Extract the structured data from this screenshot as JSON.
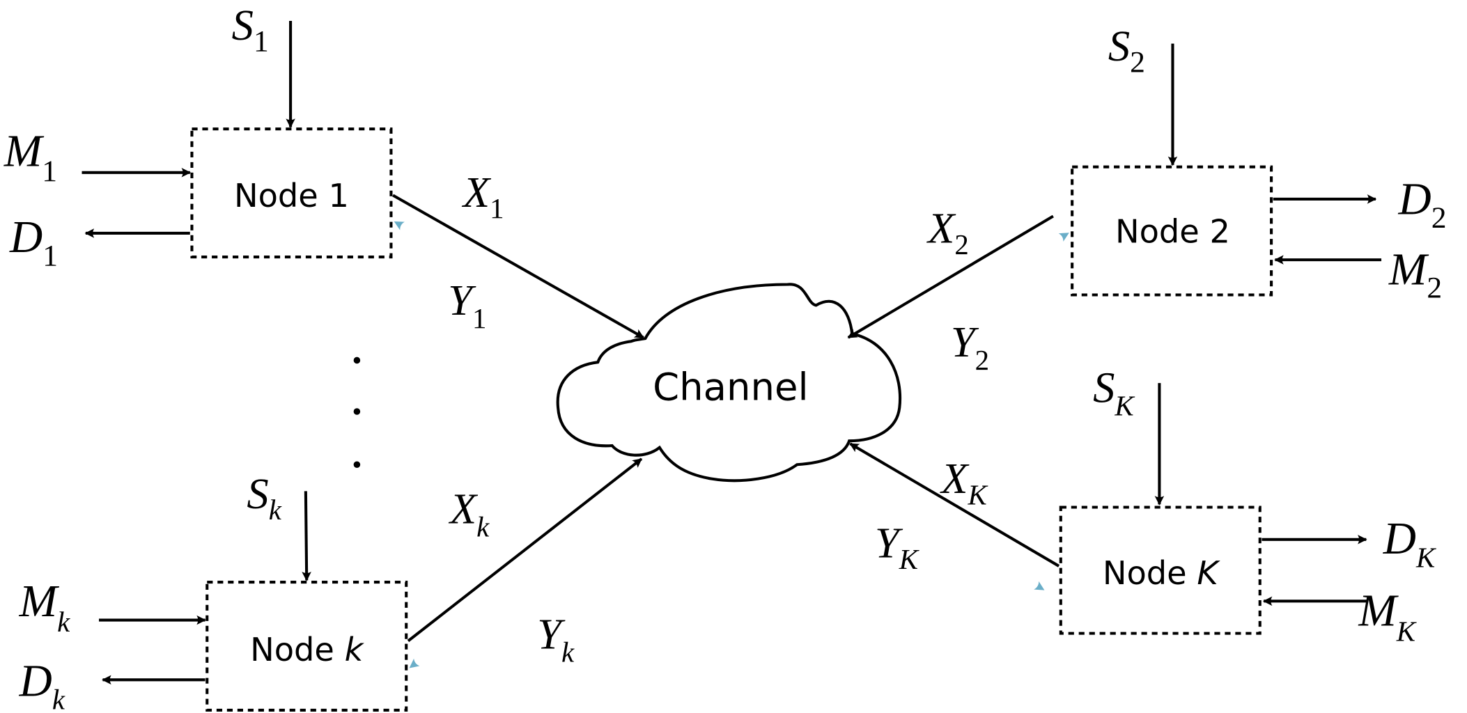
{
  "colors": {
    "line": "#000000",
    "feedback_line": "#6aaec8",
    "node_border": "#000000",
    "background": "#ffffff"
  },
  "channel": {
    "label": "Channel"
  },
  "nodes": [
    {
      "id": "node-1",
      "label_main": "Node ",
      "label_idx": "1",
      "idx_italic": false,
      "source": {
        "sym": "S",
        "sub": "1"
      },
      "message": {
        "sym": "M",
        "sub": "1"
      },
      "decoded": {
        "sym": "D",
        "sub": "1"
      },
      "tx": {
        "sym": "X",
        "sub": "1"
      },
      "rx": {
        "sym": "Y",
        "sub": "1"
      }
    },
    {
      "id": "node-2",
      "label_main": "Node ",
      "label_idx": "2",
      "idx_italic": false,
      "source": {
        "sym": "S",
        "sub": "2"
      },
      "message": {
        "sym": "M",
        "sub": "2"
      },
      "decoded": {
        "sym": "D",
        "sub": "2"
      },
      "tx": {
        "sym": "X",
        "sub": "2"
      },
      "rx": {
        "sym": "Y",
        "sub": "2"
      }
    },
    {
      "id": "node-k",
      "label_main": "Node ",
      "label_idx": "k",
      "idx_italic": true,
      "source": {
        "sym": "S",
        "sub": "k"
      },
      "message": {
        "sym": "M",
        "sub": "k"
      },
      "decoded": {
        "sym": "D",
        "sub": "k"
      },
      "tx": {
        "sym": "X",
        "sub": "k"
      },
      "rx": {
        "sym": "Y",
        "sub": "k"
      }
    },
    {
      "id": "node-K",
      "label_main": "Node ",
      "label_idx": "K",
      "idx_italic": true,
      "source": {
        "sym": "S",
        "sub": "K"
      },
      "message": {
        "sym": "M",
        "sub": "K"
      },
      "decoded": {
        "sym": "D",
        "sub": "K"
      },
      "tx": {
        "sym": "X",
        "sub": "K"
      },
      "rx": {
        "sym": "Y",
        "sub": "K"
      }
    }
  ],
  "ellipsis": "vertical-dots"
}
